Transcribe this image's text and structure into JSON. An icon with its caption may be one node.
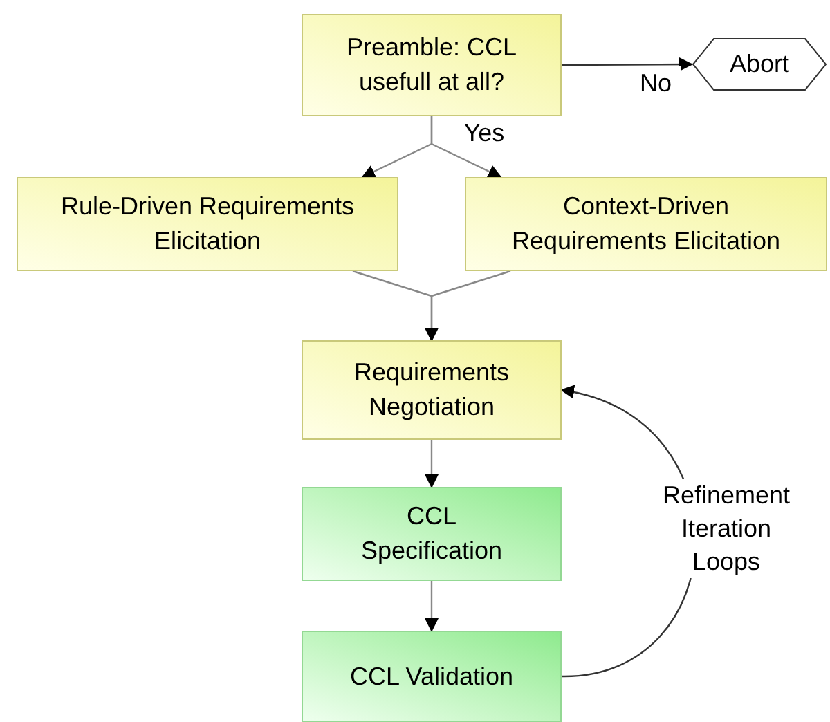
{
  "diagram": {
    "nodes": [
      {
        "text": [
          "Preamble: CCL usefull at all?"
        ]
      },
      {
        "text": [
          "Abort"
        ]
      },
      {
        "text": [
          "Rule-Driven Requirements Elicitation"
        ]
      },
      {
        "text": [
          "Context-Driven Requirements Elicitation"
        ]
      },
      {
        "text": [
          "Requirements Negotiation"
        ]
      },
      {
        "text": [
          "CCL Specification"
        ]
      },
      {
        "text": [
          "CCL Validation"
        ]
      }
    ],
    "edges": [
      {
        "from": 0,
        "to": 1,
        "arrow": "to",
        "label": "No"
      },
      {
        "from": 0,
        "to": 2,
        "arrow": "to",
        "label": "Yes"
      },
      {
        "from": 0,
        "to": 3,
        "arrow": "to"
      },
      {
        "from": 2,
        "to": 4,
        "arrow": "to"
      },
      {
        "from": 3,
        "to": 4,
        "arrow": "to"
      },
      {
        "from": 4,
        "to": 5,
        "arrow": "to"
      },
      {
        "from": 5,
        "to": 6,
        "arrow": "to"
      },
      {
        "from": 6,
        "to": 4,
        "arrow": "to",
        "label": "Refinement Iteration Loops"
      }
    ]
  }
}
